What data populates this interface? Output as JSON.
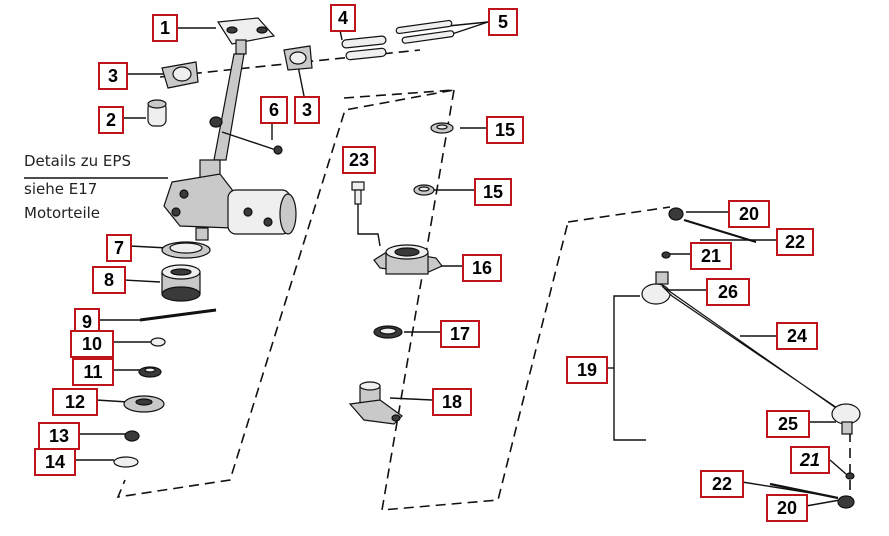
{
  "diagram": {
    "note_lines": [
      "Details zu EPS",
      "siehe E17",
      "Motorteile"
    ],
    "callouts": [
      {
        "id": "c1",
        "label": "1"
      },
      {
        "id": "c2",
        "label": "2"
      },
      {
        "id": "c3a",
        "label": "3"
      },
      {
        "id": "c3b",
        "label": "3"
      },
      {
        "id": "c4",
        "label": "4"
      },
      {
        "id": "c5",
        "label": "5"
      },
      {
        "id": "c6",
        "label": "6"
      },
      {
        "id": "c7",
        "label": "7"
      },
      {
        "id": "c8",
        "label": "8"
      },
      {
        "id": "c9",
        "label": "9"
      },
      {
        "id": "c10",
        "label": "10"
      },
      {
        "id": "c11",
        "label": "11"
      },
      {
        "id": "c12",
        "label": "12"
      },
      {
        "id": "c13",
        "label": "13"
      },
      {
        "id": "c14",
        "label": "14"
      },
      {
        "id": "c15a",
        "label": "15"
      },
      {
        "id": "c15b",
        "label": "15"
      },
      {
        "id": "c16",
        "label": "16"
      },
      {
        "id": "c17",
        "label": "17"
      },
      {
        "id": "c18",
        "label": "18"
      },
      {
        "id": "c19",
        "label": "19"
      },
      {
        "id": "c20a",
        "label": "20"
      },
      {
        "id": "c20b",
        "label": "20"
      },
      {
        "id": "c21a",
        "label": "21"
      },
      {
        "id": "c21b",
        "label": "21"
      },
      {
        "id": "c22a",
        "label": "22"
      },
      {
        "id": "c22b",
        "label": "22"
      },
      {
        "id": "c23",
        "label": "23"
      },
      {
        "id": "c24",
        "label": "24"
      },
      {
        "id": "c25",
        "label": "25"
      },
      {
        "id": "c26",
        "label": "26"
      }
    ]
  }
}
